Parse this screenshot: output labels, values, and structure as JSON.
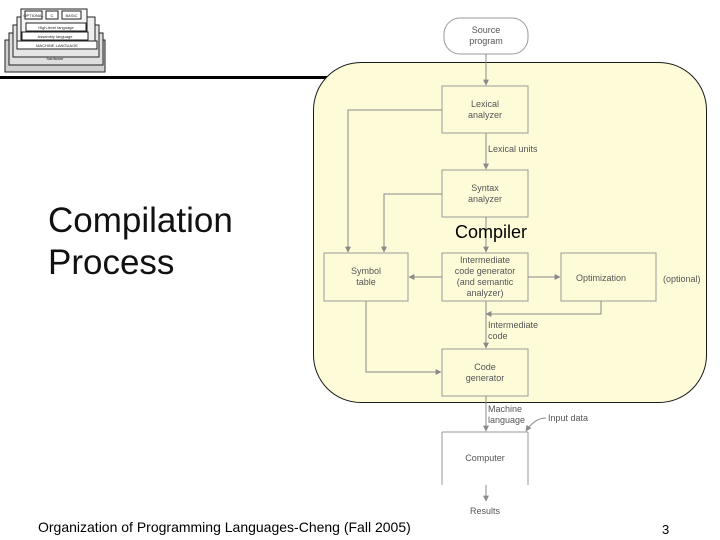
{
  "slide": {
    "title_line1": "Compilation",
    "title_line2": "Process",
    "region_label": "Compiler",
    "footer": "Organization of Programming Languages-Cheng (Fall 2005)",
    "page_number": "3"
  },
  "diagram": {
    "source_line1": "Source",
    "source_line2": "program",
    "lexical_line1": "Lexical",
    "lexical_line2": "analyzer",
    "lexical_units": "Lexical units",
    "syntax_line1": "Syntax",
    "syntax_line2": "analyzer",
    "symbol_line1": "Symbol",
    "symbol_line2": "table",
    "icg_line1": "Intermediate",
    "icg_line2": "code generator",
    "icg_line3": "(and semantic",
    "icg_line4": "analyzer)",
    "optimization": "Optimization",
    "optional": "(optional)",
    "intermediate_line1": "Intermediate",
    "intermediate_line2": "code",
    "codegen_line1": "Code",
    "codegen_line2": "generator",
    "machine_line1": "Machine",
    "machine_line2": "language",
    "input_data": "Input data",
    "computer": "Computer",
    "results": "Results"
  },
  "thumbnail": {
    "row1": [
      "OPTIONAL",
      "C",
      "BASIC"
    ],
    "row2": "High-level language",
    "row3": "Assembly language",
    "row4": "MACHINE LANGUAGE",
    "row5": "hardware"
  },
  "colors": {
    "compiler_fill": "#fdfbd8",
    "box_border": "#9a9a9a",
    "text_gray": "#555555"
  }
}
